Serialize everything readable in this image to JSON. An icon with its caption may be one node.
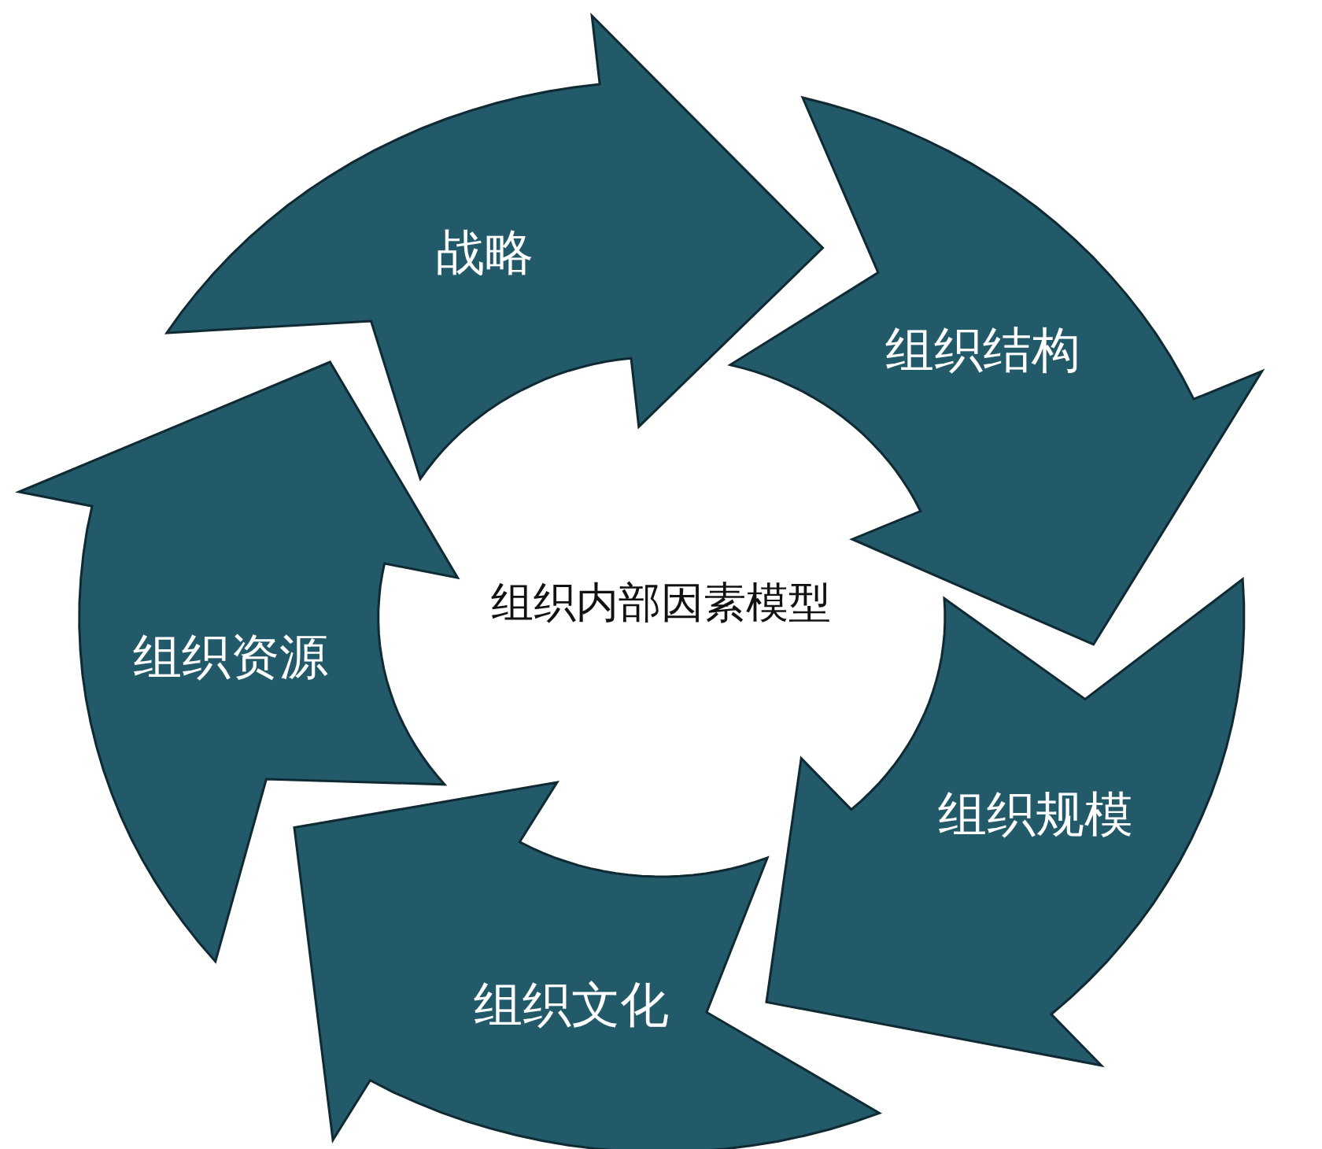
{
  "diagram": {
    "title": "组织内部因素模型",
    "nodes": [
      {
        "text": [
          "战略"
        ]
      },
      {
        "text": [
          "组织结构"
        ]
      },
      {
        "text": [
          "组织规模"
        ]
      },
      {
        "text": [
          "组织文化"
        ]
      },
      {
        "text": [
          "组织资源"
        ]
      }
    ]
  }
}
